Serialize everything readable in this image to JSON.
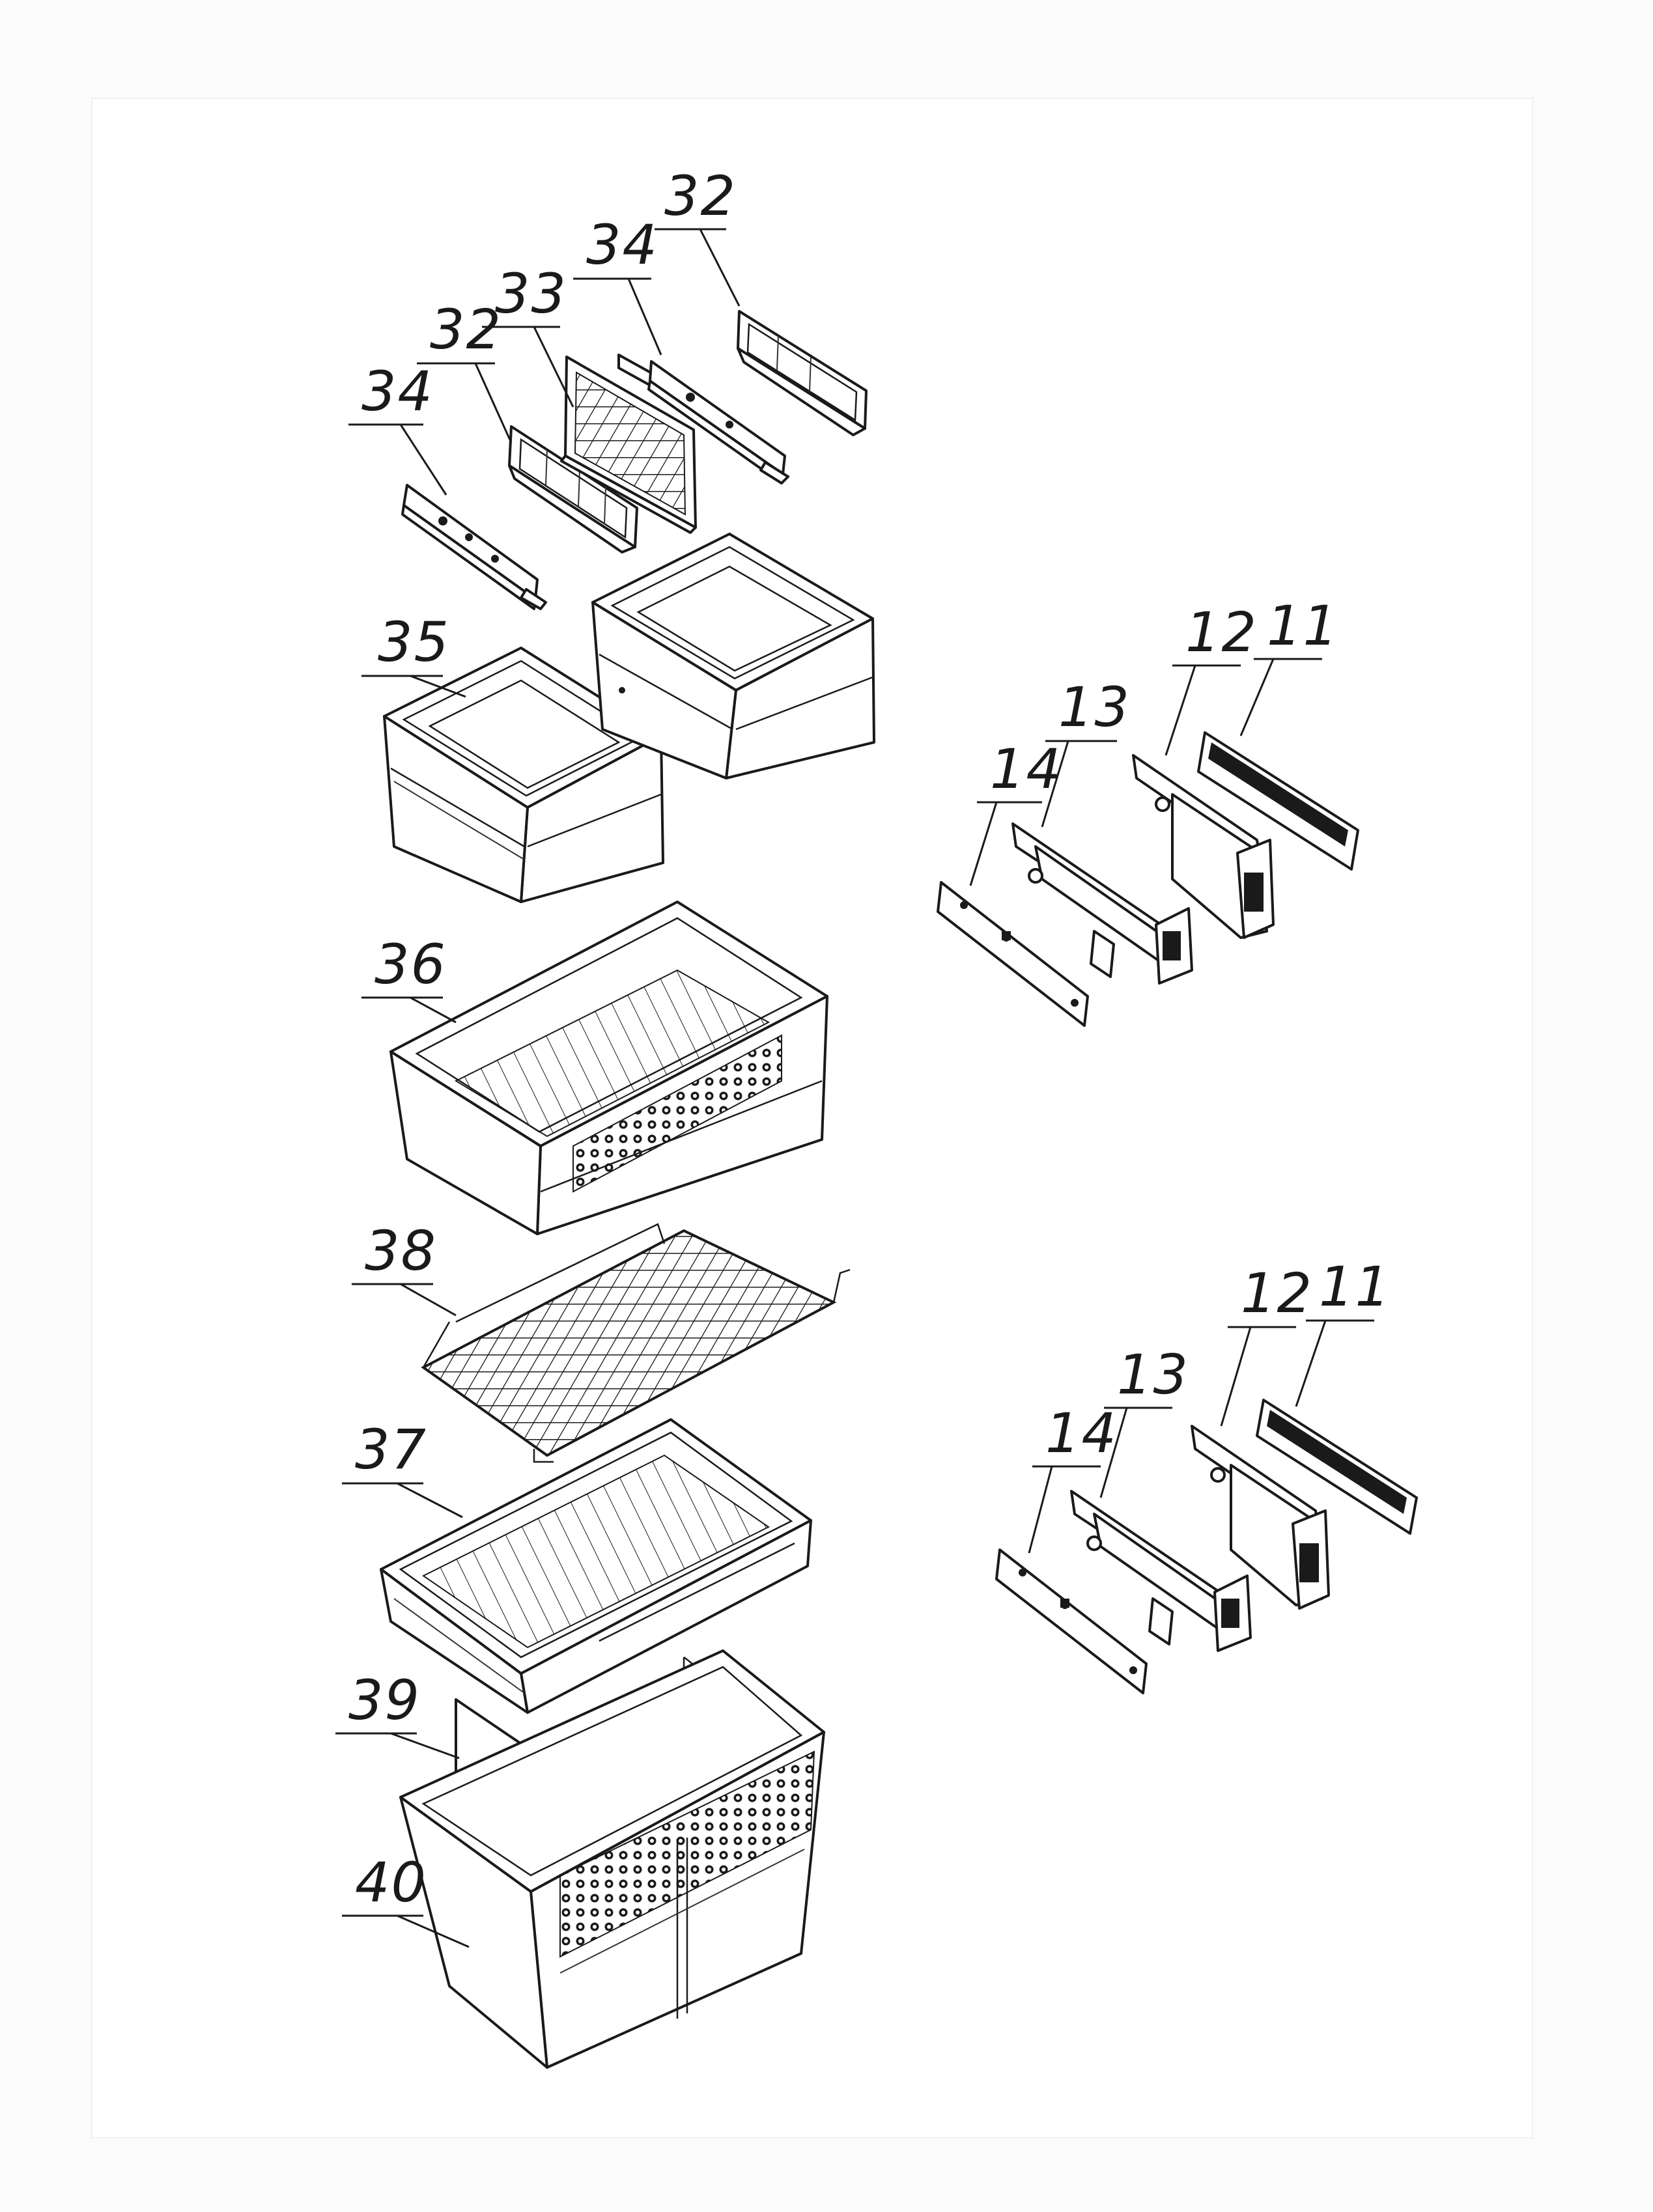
{
  "diagram": {
    "type": "exploded-parts-view",
    "colors": {
      "ink": "#1a1a1a",
      "paper": "#ffffff",
      "margin": "#fbfbfb"
    },
    "callouts": [
      {
        "id": "c32a",
        "label": "32"
      },
      {
        "id": "c34a",
        "label": "34"
      },
      {
        "id": "c33",
        "label": "33"
      },
      {
        "id": "c32b",
        "label": "32"
      },
      {
        "id": "c34b",
        "label": "34"
      },
      {
        "id": "c35",
        "label": "35"
      },
      {
        "id": "c36",
        "label": "36"
      },
      {
        "id": "c38",
        "label": "38"
      },
      {
        "id": "c37",
        "label": "37"
      },
      {
        "id": "c39",
        "label": "39"
      },
      {
        "id": "c40",
        "label": "40"
      },
      {
        "id": "c12a",
        "label": "12"
      },
      {
        "id": "c11a",
        "label": "11"
      },
      {
        "id": "c13a",
        "label": "13"
      },
      {
        "id": "c14a",
        "label": "14"
      },
      {
        "id": "c12b",
        "label": "12"
      },
      {
        "id": "c11b",
        "label": "11"
      },
      {
        "id": "c13b",
        "label": "13"
      },
      {
        "id": "c14b",
        "label": "14"
      }
    ]
  }
}
